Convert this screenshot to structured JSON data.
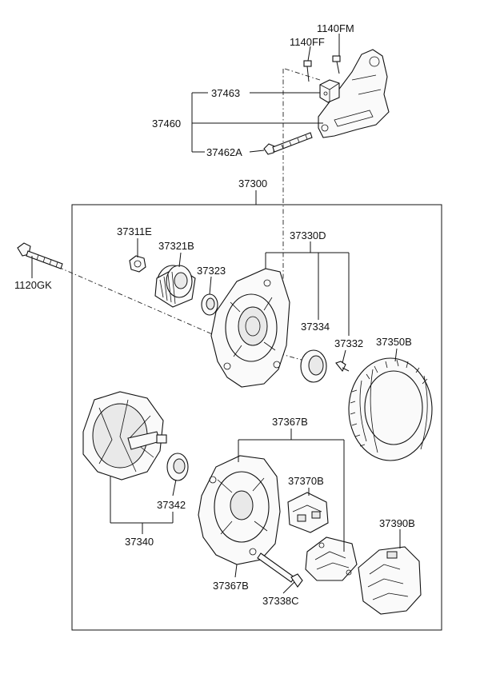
{
  "labels": {
    "p1140FM": "1140FM",
    "p1140FF": "1140FF",
    "p37463": "37463",
    "p37460": "37460",
    "p37462A": "37462A",
    "p37300": "37300",
    "p37311E": "37311E",
    "p37321B": "37321B",
    "p37330D": "37330D",
    "p37323": "37323",
    "p1120GK": "1120GK",
    "p37334": "37334",
    "p37332": "37332",
    "p37350B": "37350B",
    "p37367B_top": "37367B",
    "p37370B": "37370B",
    "p37342": "37342",
    "p37390B": "37390B",
    "p37340": "37340",
    "p37367B_bottom": "37367B",
    "p37338C": "37338C"
  }
}
